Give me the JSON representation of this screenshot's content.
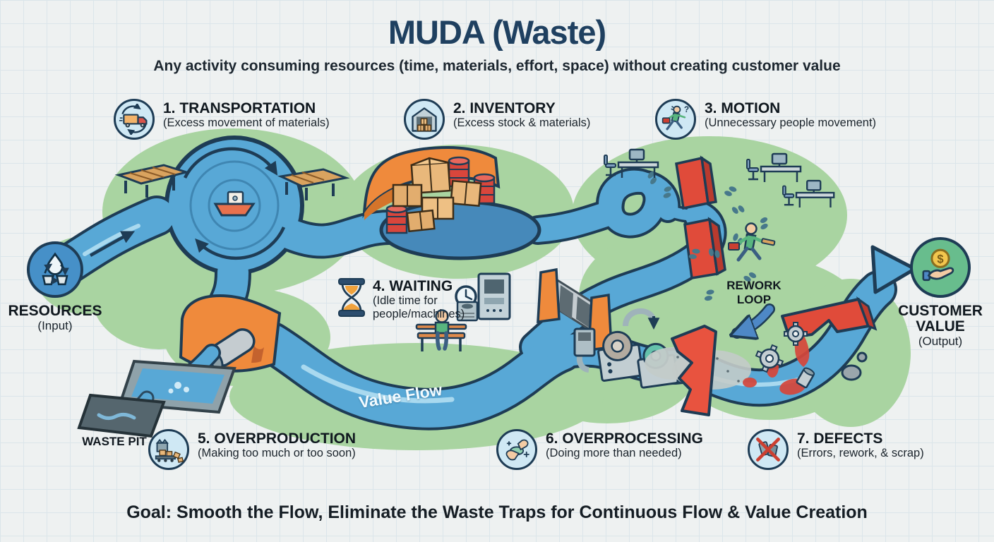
{
  "title": "MUDA (Waste)",
  "subtitle": "Any activity consuming resources (time, materials, effort, space) without creating customer value",
  "goal": "Goal: Smooth the Flow, Eliminate the Waste Traps for Continuous Flow & Value Creation",
  "endpoints": {
    "input": {
      "label": "RESOURCES",
      "sublabel": "(Input)",
      "icon": "water-cycle-icon"
    },
    "output": {
      "label": "CUSTOMER VALUE",
      "sublabel": "(Output)",
      "icon": "hand-coin-icon"
    }
  },
  "annotations": {
    "waste_pit": "WASTE PIT",
    "rework_loop": "REWORK LOOP",
    "value_flow": "Value Flow"
  },
  "wastes": [
    {
      "label": "1. TRANSPORTATION",
      "desc": "(Excess movement of materials)",
      "icon": "truck-cycle-icon"
    },
    {
      "label": "2. INVENTORY",
      "desc": "(Excess stock & materials)",
      "icon": "warehouse-boxes-icon"
    },
    {
      "label": "3. MOTION",
      "desc": "(Unnecessary people movement)",
      "icon": "running-person-icon"
    },
    {
      "label": "4. WAITING",
      "desc": "(Idle time for people/machines)",
      "icon": "hourglass-icon"
    },
    {
      "label": "5. OVERPRODUCTION",
      "desc": "(Making too much or too soon)",
      "icon": "factory-conveyor-icon"
    },
    {
      "label": "6. OVERPROCESSING",
      "desc": "(Doing more than needed)",
      "icon": "polishing-hands-icon"
    },
    {
      "label": "7. DEFECTS",
      "desc": "(Errors, rework, & scrap)",
      "icon": "broken-parts-crossed-icon"
    }
  ],
  "glyphs": {
    "dollar": "$",
    "question": "?"
  },
  "colors": {
    "title_navy": "#1f4060",
    "outline_navy": "#1e3c55",
    "river_blue": "#58a8d6",
    "pool_blue": "#4689ba",
    "bank_green": "#a9d4a1",
    "dam_orange": "#ef8a3c",
    "alert_red": "#e04b3a",
    "value_green": "#68bd8d",
    "resource_blue": "#4690c8"
  }
}
